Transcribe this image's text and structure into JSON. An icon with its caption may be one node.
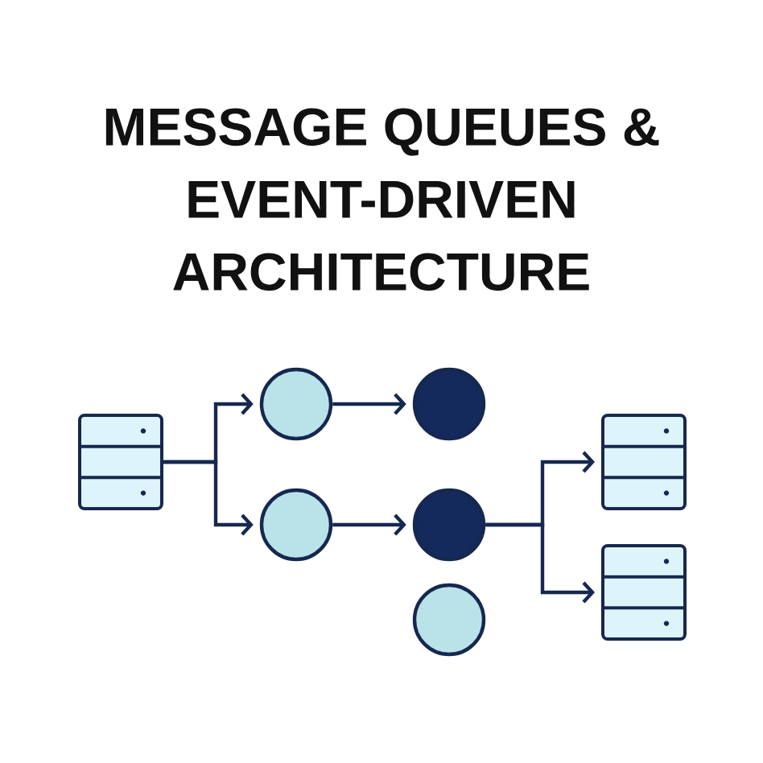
{
  "diagram": {
    "title": "MESSAGE QUEUES & EVENT-DRIVEN ARCHITECTURE",
    "nodes": [
      {
        "text": [],
        "shape": "server"
      },
      {
        "text": [],
        "shape": "circle"
      },
      {
        "text": [],
        "shape": "circle"
      },
      {
        "text": [],
        "shape": "circle"
      },
      {
        "text": [],
        "shape": "circle"
      },
      {
        "text": [],
        "shape": "circle"
      },
      {
        "text": [],
        "shape": "server"
      },
      {
        "text": [],
        "shape": "server"
      }
    ],
    "edges": [
      {
        "from": 0,
        "to": 1,
        "arrow": "to"
      },
      {
        "from": 0,
        "to": 2,
        "arrow": "to"
      },
      {
        "from": 1,
        "to": 3,
        "arrow": "to"
      },
      {
        "from": 2,
        "to": 4,
        "arrow": "to"
      },
      {
        "from": 4,
        "to": 6,
        "arrow": "to"
      },
      {
        "from": 4,
        "to": 7,
        "arrow": "to"
      }
    ]
  }
}
